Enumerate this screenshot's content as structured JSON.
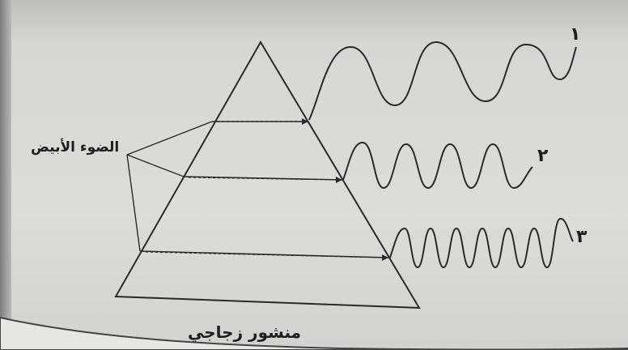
{
  "labels": {
    "white_light": "الضوء الأبيض",
    "prism": "منشور زجاجي",
    "wave_1": "١",
    "wave_2": "٢",
    "wave_3": "٣"
  },
  "colors": {
    "line": "#2a2a2a",
    "background": "#d8d8d4"
  }
}
